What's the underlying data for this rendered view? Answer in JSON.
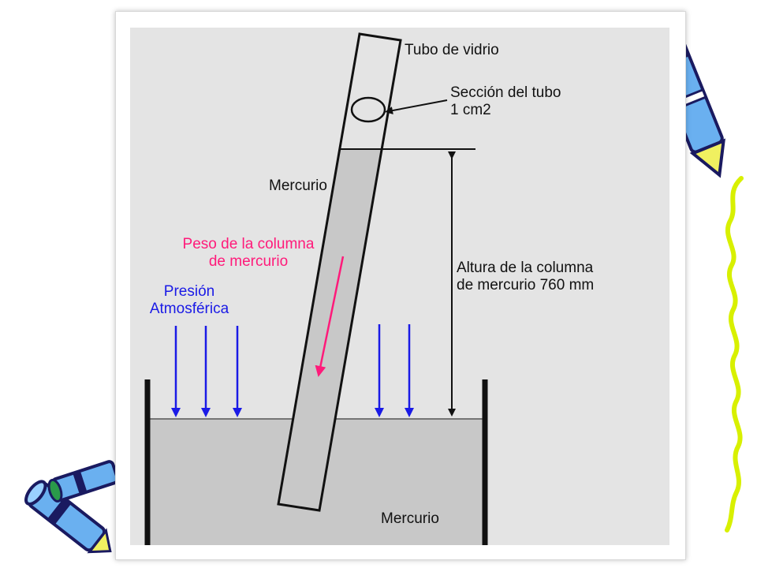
{
  "labels": {
    "glass_tube": "Tubo de vidrio",
    "tube_section_line1": "Sección del tubo",
    "tube_section_line2": "1 cm2",
    "mercury_tube": "Mercurio",
    "column_weight_line1": "Peso de la columna",
    "column_weight_line2": "de mercurio",
    "atm_pressure_line1": "Presión",
    "atm_pressure_line2": "Atmosférica",
    "column_height_line1": "Altura de la columna",
    "column_height_line2": "de mercurio 760 mm",
    "mercury_basin": "Mercurio"
  },
  "colors": {
    "diagram_background": "#e4e4e4",
    "mercury_fill": "#c8c8c8",
    "outline": "#111111",
    "weight_arrow": "#ff1a7a",
    "pressure_arrows": "#1a1ae6",
    "crayon_blue": "#6ab0f0",
    "crayon_outline": "#1a1a60",
    "squiggle": "#d8f000"
  },
  "decorations": [
    "crayon-icon",
    "squiggle-line"
  ]
}
